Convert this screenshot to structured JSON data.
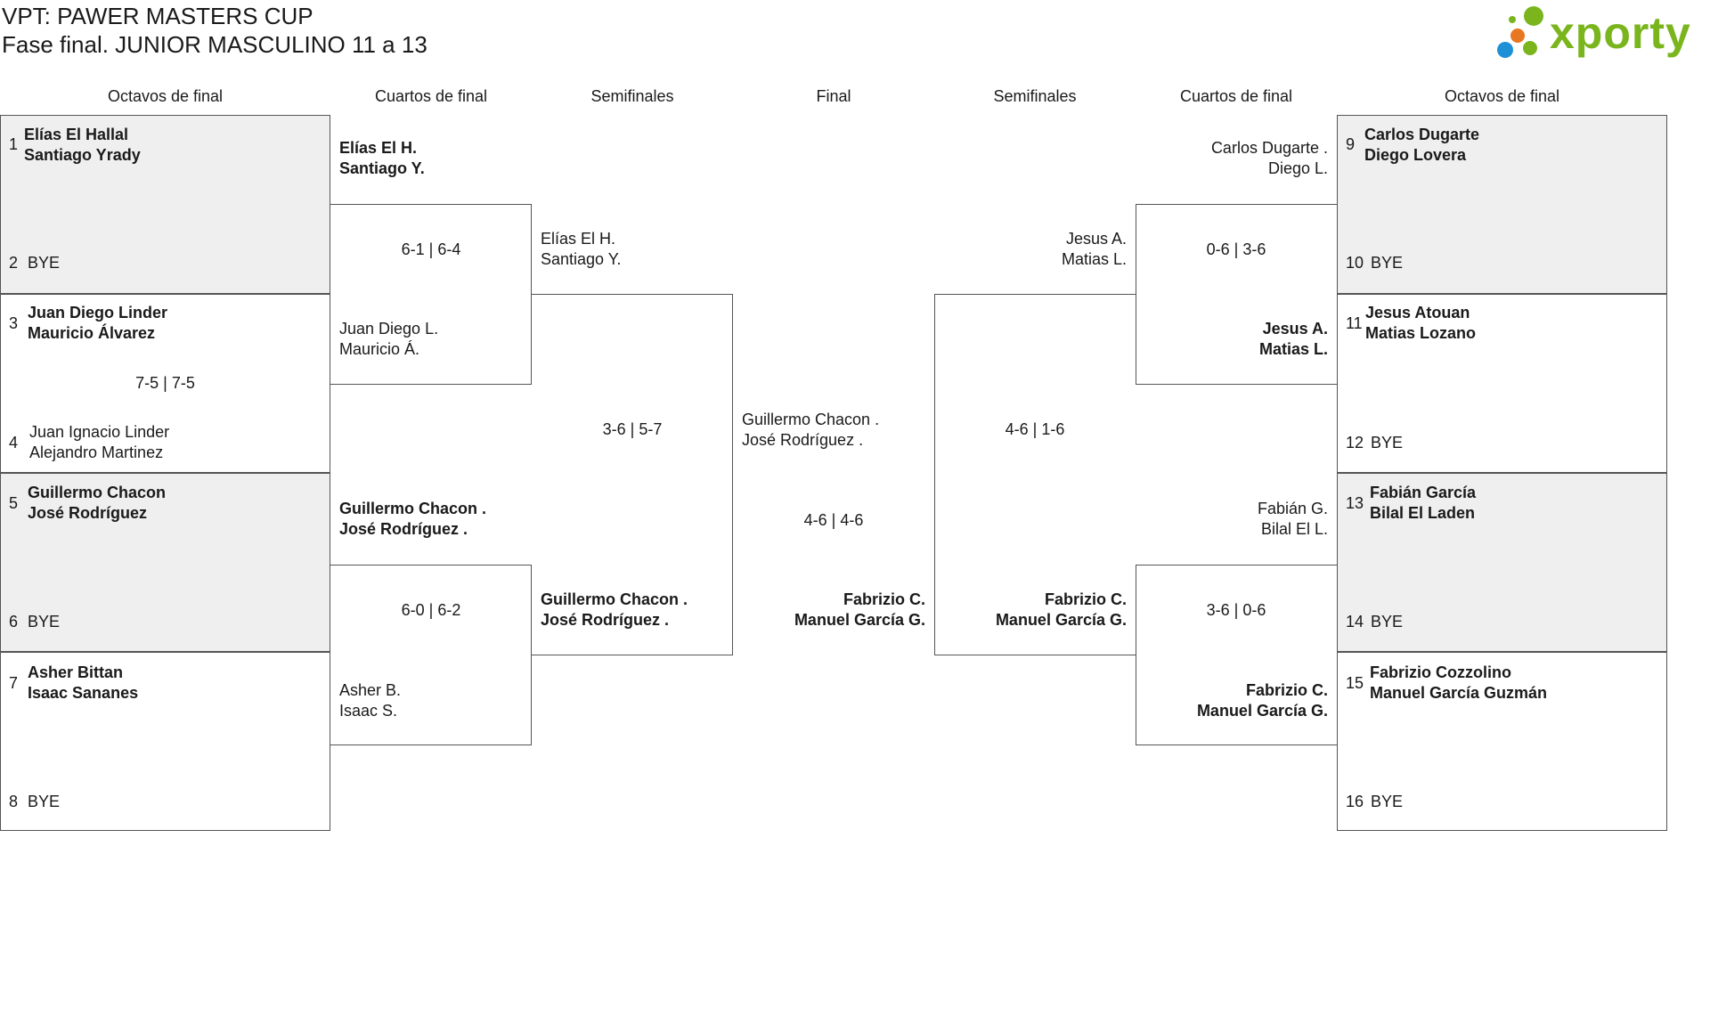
{
  "title": {
    "line1": "VPT: PAWER MASTERS CUP",
    "line2": "Fase final. JUNIOR MASCULINO 11 a 13"
  },
  "logo": {
    "text": "xporty",
    "color": "#7ab51d",
    "dots": [
      "#7ab51d",
      "#e87722",
      "#1e90d6",
      "#7ab51d"
    ]
  },
  "headers": [
    "Octavos de final",
    "Cuartos de final",
    "Semifinales",
    "Final",
    "Semifinales",
    "Cuartos de final",
    "Octavos de final"
  ],
  "round_of_16": [
    {
      "seed": "1",
      "p1": "Elías El Hallal",
      "p2": "Santiago Yrady",
      "winner": true
    },
    {
      "seed": "2",
      "p1": "BYE",
      "p2": "",
      "winner": false
    },
    {
      "seed": "3",
      "p1": "Juan Diego Linder",
      "p2": "Mauricio Álvarez",
      "winner": true
    },
    {
      "seed": "4",
      "p1": "Juan Ignacio Linder",
      "p2": "Alejandro Martinez",
      "winner": false
    },
    {
      "seed": "5",
      "p1": "Guillermo Chacon",
      "p2": "José Rodríguez",
      "winner": true
    },
    {
      "seed": "6",
      "p1": "BYE",
      "p2": "",
      "winner": false
    },
    {
      "seed": "7",
      "p1": "Asher Bittan",
      "p2": "Isaac Sananes",
      "winner": true
    },
    {
      "seed": "8",
      "p1": "BYE",
      "p2": "",
      "winner": false
    },
    {
      "seed": "9",
      "p1": "Carlos Dugarte",
      "p2": "Diego Lovera",
      "winner": true
    },
    {
      "seed": "10",
      "p1": "BYE",
      "p2": "",
      "winner": false
    },
    {
      "seed": "11",
      "p1": "Jesus Atouan",
      "p2": "Matias Lozano",
      "winner": true
    },
    {
      "seed": "12",
      "p1": "BYE",
      "p2": "",
      "winner": false
    },
    {
      "seed": "13",
      "p1": "Fabián García",
      "p2": "Bilal El Laden",
      "winner": true
    },
    {
      "seed": "14",
      "p1": "BYE",
      "p2": "",
      "winner": false
    },
    {
      "seed": "15",
      "p1": "Fabrizio Cozzolino",
      "p2": "Manuel García Guzmán",
      "winner": true
    },
    {
      "seed": "16",
      "p1": "BYE",
      "p2": "",
      "winner": false
    }
  ],
  "r16_scores": [
    "",
    "7-5 | 7-5",
    "",
    "",
    "",
    "",
    "",
    ""
  ],
  "quarters": [
    {
      "p1": "Elías El H.",
      "p2": "Santiago Y.",
      "winner": true
    },
    {
      "p1": "Juan Diego L.",
      "p2": "Mauricio Á.",
      "winner": false
    },
    {
      "p1": "Guillermo Chacon .",
      "p2": "José Rodríguez .",
      "winner": true
    },
    {
      "p1": "Asher B.",
      "p2": "Isaac S.",
      "winner": false
    },
    {
      "p1": "Carlos Dugarte .",
      "p2": "Diego L.",
      "winner": false
    },
    {
      "p1": "Jesus A.",
      "p2": "Matias L.",
      "winner": true
    },
    {
      "p1": "Fabián G.",
      "p2": "Bilal El L.",
      "winner": false
    },
    {
      "p1": "Fabrizio C.",
      "p2": "Manuel García G.",
      "winner": true
    }
  ],
  "quarter_scores": [
    "6-1 | 6-4",
    "6-0 | 6-2",
    "0-6 | 3-6",
    "3-6 | 0-6"
  ],
  "semis": [
    {
      "p1": "Elías El H.",
      "p2": "Santiago Y.",
      "winner": false
    },
    {
      "p1": "Guillermo Chacon .",
      "p2": "José Rodríguez .",
      "winner": true
    },
    {
      "p1": "Jesus A.",
      "p2": "Matias L.",
      "winner": false
    },
    {
      "p1": "Fabrizio C.",
      "p2": "Manuel García G.",
      "winner": true
    }
  ],
  "semi_scores": [
    "3-6 | 5-7",
    "4-6 | 1-6"
  ],
  "final": [
    {
      "p1": "Guillermo Chacon .",
      "p2": "José Rodríguez .",
      "winner": false
    },
    {
      "p1": "Fabrizio C.",
      "p2": "Manuel García G.",
      "winner": true
    }
  ],
  "final_score": "4-6 | 4-6"
}
